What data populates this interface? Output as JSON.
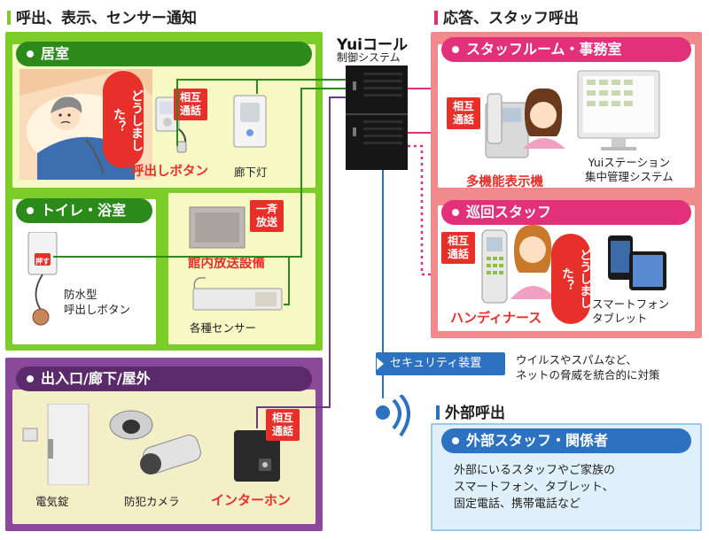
{
  "sections": {
    "left": "呼出、表示、センサー通知",
    "right": "応答、スタッフ呼出",
    "external": "外部呼出"
  },
  "system": {
    "logo": "Yuiコール",
    "subtitle": "制御システム"
  },
  "room": {
    "title": "居室",
    "speech": "どうしました？",
    "tag": "相互\n通話",
    "call_button": "呼出しボタン",
    "corridor_light": "廊下灯"
  },
  "toilet": {
    "title": "トイレ・浴室",
    "button_caption": "押す",
    "waterproof": "防水型\n呼出しボタン"
  },
  "broadcast": {
    "tag": "一斉\n放送",
    "label": "館内放送設備"
  },
  "sensor": {
    "label": "各種センサー"
  },
  "entrance": {
    "title": "出入口/廊下/屋外",
    "tag": "相互\n通話",
    "lock": "電気錠",
    "camera": "防犯カメラ",
    "intercom": "インターホン"
  },
  "staffroom": {
    "title": "スタッフルーム・事務室",
    "tag": "相互\n通話",
    "phone": "多機能表示機",
    "station": "Yuiステーション\n集中管理システム"
  },
  "patrol": {
    "title": "巡回スタッフ",
    "tag": "相互\n通話",
    "speech": "どうしました？",
    "handy": "ハンディナース",
    "smart": "スマートフォン\nタブレット"
  },
  "security": {
    "label": "セキュリティ装置",
    "desc": "ウイルスやスパムなど、\nネットの脅威を統合的に対策"
  },
  "external": {
    "title": "外部スタッフ・関係者",
    "desc": "外部にいるスタッフやご家族の\nスマートフォン、タブレット、\n固定電話、携帯電話など"
  },
  "colors": {
    "green": "#7ccd2a",
    "green_panel": "#f7f9c4",
    "pink": "#e3307b",
    "pink_panel": "#fde6e7",
    "purple": "#8b4a99",
    "purple_panel": "#f5efc8",
    "blue": "#2c72c0",
    "blue_panel": "#dff0fa",
    "red": "#e8302a"
  }
}
